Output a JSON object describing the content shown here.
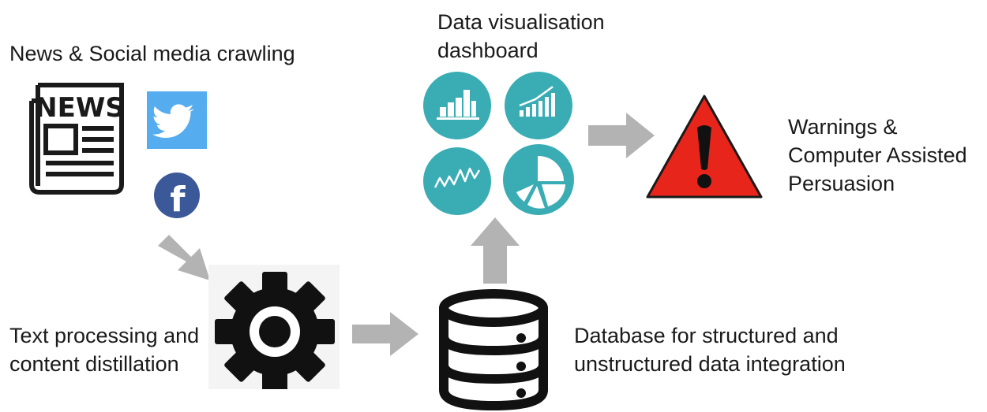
{
  "labels": {
    "crawling": "News & Social media crawling",
    "processing_line1": "Text processing and",
    "processing_line2": "content distillation",
    "dashboard_line1": "Data visualisation",
    "dashboard_line2": "dashboard",
    "database_line1": "Database for structured and",
    "database_line2": "unstructured data integration",
    "warnings_line1": "Warnings &",
    "warnings_line2": "Computer Assisted",
    "warnings_line3": "Persuasion"
  },
  "icons": {
    "news": "newspaper-icon",
    "news_text": "NEWS",
    "twitter": "twitter-icon",
    "facebook": "facebook-icon",
    "facebook_text": "f",
    "gear": "gear-icon",
    "database": "database-icon",
    "bar_chart": "bar-chart-icon",
    "growth_chart": "growth-chart-icon",
    "line_chart": "line-chart-icon",
    "pie_chart": "pie-chart-icon",
    "warning": "warning-icon"
  },
  "colors": {
    "arrow": "#b3b3b3",
    "twitter": "#55acee",
    "facebook": "#3b5998",
    "dashboard_teal": "#3aacb4",
    "warning_red": "#e8251b",
    "ink": "#1a1a1a"
  }
}
